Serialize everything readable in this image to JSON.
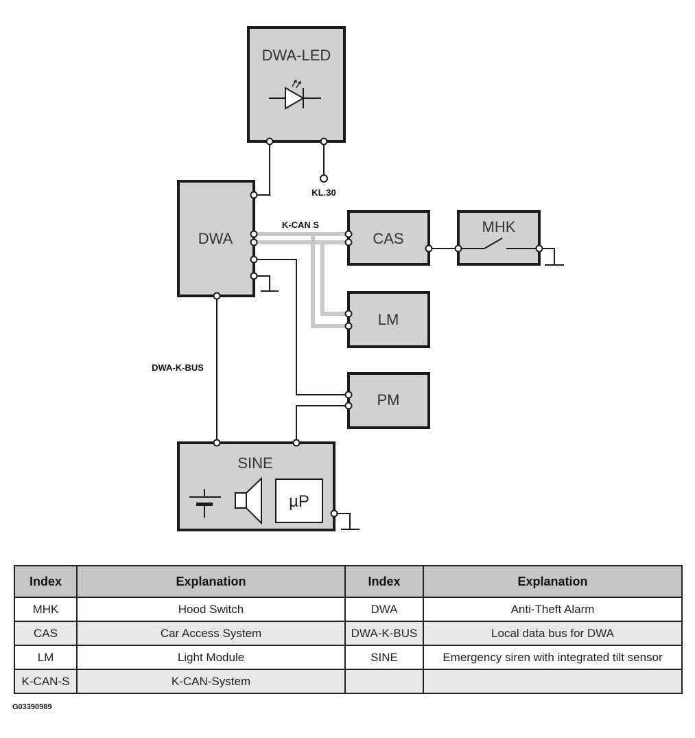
{
  "diagram": {
    "blocks": {
      "dwa_led": "DWA-LED",
      "dwa": "DWA",
      "cas": "CAS",
      "mhk": "MHK",
      "lm": "LM",
      "pm": "PM",
      "sine": "SINE",
      "microprocessor": "µP"
    },
    "signals": {
      "kl30": "KL.30",
      "kcan_s": "K-CAN S",
      "dwa_k_bus": "DWA-K-BUS"
    },
    "icons": [
      "led-icon",
      "switch-icon",
      "ground-icon",
      "battery-icon",
      "speaker-icon"
    ]
  },
  "legend": {
    "headers": [
      "Index",
      "Explanation",
      "Index",
      "Explanation"
    ],
    "rows": [
      [
        "MHK",
        "Hood Switch",
        "DWA",
        "Anti-Theft Alarm"
      ],
      [
        "CAS",
        "Car Access System",
        "DWA-K-BUS",
        "Local data bus for DWA"
      ],
      [
        "LM",
        "Light Module",
        "SINE",
        "Emergency siren with integrated tilt sensor"
      ],
      [
        "K-CAN-S",
        "K-CAN-System",
        "",
        ""
      ]
    ]
  },
  "figure_id": "G03390989"
}
